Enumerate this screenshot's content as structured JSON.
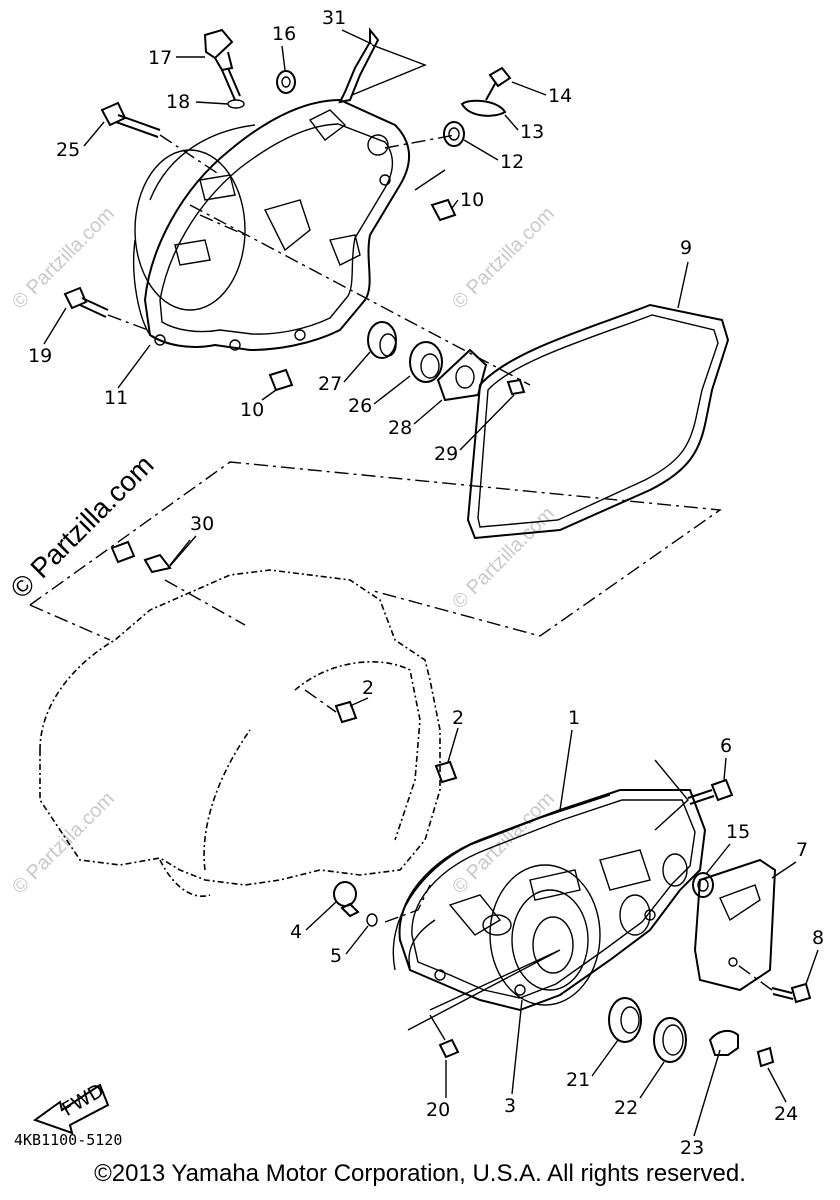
{
  "diagram": {
    "part_code": "4KB1100-5120",
    "direction_label": "FWD",
    "watermark": "© Partzilla.com",
    "copyright": "©2013  Yamaha Motor Corporation, U.S.A. All rights reserved.",
    "callouts": [
      "1",
      "2",
      "2",
      "3",
      "4",
      "5",
      "6",
      "7",
      "8",
      "9",
      "10",
      "10",
      "11",
      "12",
      "13",
      "14",
      "15",
      "16",
      "17",
      "18",
      "19",
      "20",
      "21",
      "22",
      "23",
      "24",
      "25",
      "26",
      "27",
      "28",
      "29",
      "30",
      "31"
    ]
  }
}
